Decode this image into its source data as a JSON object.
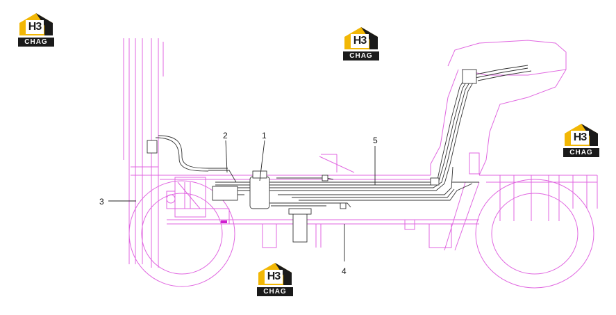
{
  "watermark": {
    "mark": "H3",
    "band_text": "CHAG",
    "colors": {
      "yellow": "#f2b705",
      "dark": "#1a1a1a"
    }
  },
  "colors": {
    "frame_line": "#e066e0",
    "callout_line": "#222222",
    "accent_mark": "#d020d0"
  },
  "callouts": [
    {
      "label": "1"
    },
    {
      "label": "2"
    },
    {
      "label": "3"
    },
    {
      "label": "4"
    },
    {
      "label": "5"
    }
  ]
}
